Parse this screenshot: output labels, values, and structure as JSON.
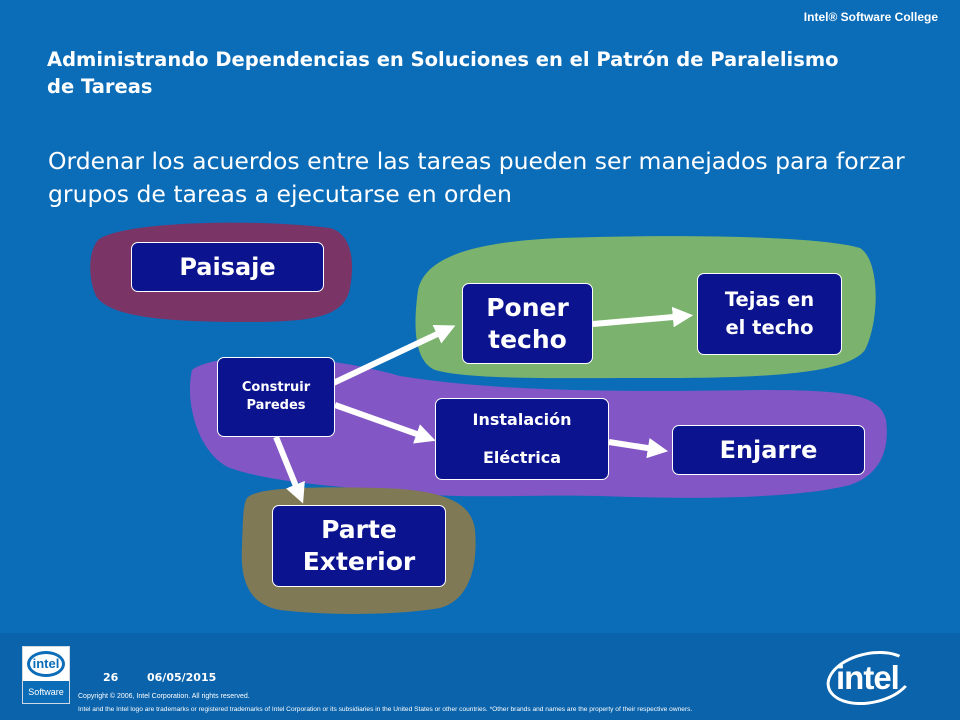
{
  "header": {
    "college": "Intel® Software College",
    "title": "Administrando Dependencias en Soluciones en el Patrón de Paralelismo de Tareas",
    "subtitle": "Ordenar los acuerdos entre las tareas pueden ser manejados para forzar grupos de tareas a ejecutarse en orden"
  },
  "diagram": {
    "paisaje": "Paisaje",
    "construir_line1": "Construir",
    "construir_line2": "Paredes",
    "poner_line1": "Poner",
    "poner_line2": "techo",
    "tejas_line1": "Tejas en",
    "tejas_line2": "el techo",
    "instalacion_line1": "Instalación",
    "instalacion_line2": "Eléctrica",
    "enjarre": "Enjarre",
    "exterior_line1": "Parte",
    "exterior_line2": "Exterior",
    "colors": {
      "box_fill": "#0c138e",
      "box_border": "#ffffff",
      "blob_maroon": "#7a3566",
      "blob_green": "#7bb36e",
      "blob_purple": "#8256c4",
      "blob_olive": "#7f7a55",
      "arrow": "#ffffff"
    }
  },
  "footer": {
    "page_number": "26",
    "date": "06/05/2015",
    "copyright": "Copyright © 2006, Intel Corporation. All rights reserved.",
    "trademark": "Intel and the Intel logo are trademarks or registered trademarks of Intel Corporation or its subsidiaries in the United States or other countries. *Other brands and names are the property of their respective owners.",
    "software_logo_word": "intel",
    "software_logo_band": "Software",
    "intel_logo_word": "intel",
    "background": "#0b6cb8"
  }
}
